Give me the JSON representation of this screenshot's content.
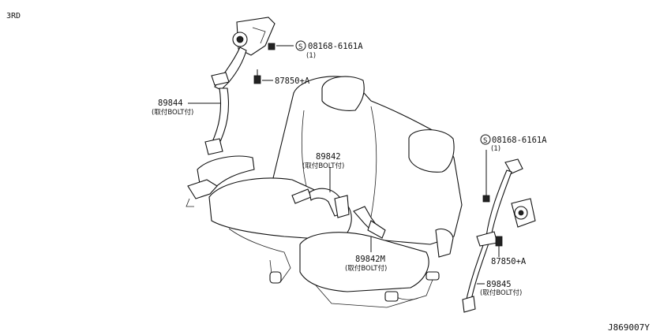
{
  "corner_label": "3RD",
  "diagram_id": "J869007Y",
  "callouts": {
    "screw_top": {
      "symbol": "S",
      "part": "08168-6161A",
      "qty": "(1)"
    },
    "bolt_top": {
      "part": "87850+A"
    },
    "belt_left": {
      "part": "89844",
      "note": "(取付BOLT付)"
    },
    "buckle_center": {
      "part": "89842",
      "note": "(取付BOLT付)"
    },
    "buckle_center_m": {
      "part": "89842M",
      "note": "(取付BOLT付)"
    },
    "screw_right": {
      "symbol": "S",
      "part": "08168-6161A",
      "qty": "(1)"
    },
    "bolt_right": {
      "part": "87850+A"
    },
    "belt_right": {
      "part": "89845",
      "note": "(取付BOLT付)"
    }
  }
}
